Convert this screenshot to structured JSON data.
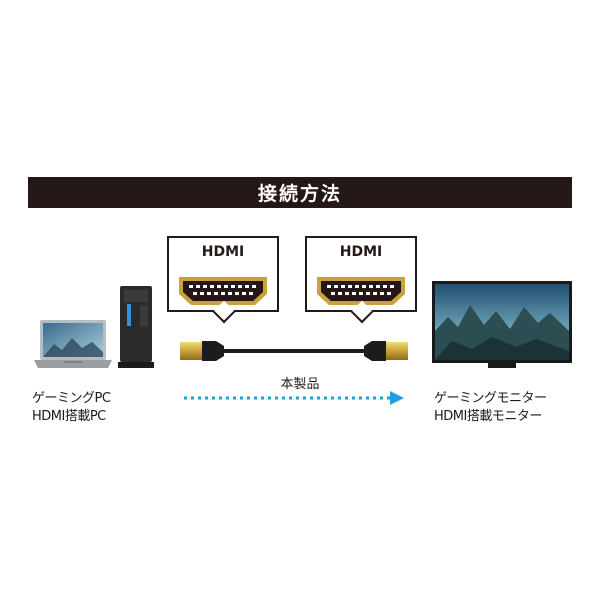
{
  "banner": {
    "title": "接続方法"
  },
  "callouts": [
    {
      "label": "HDMI"
    },
    {
      "label": "HDMI"
    }
  ],
  "product": {
    "label": "本製品"
  },
  "source": {
    "line1": "ゲーミングPC",
    "line2": "HDMI搭載PC"
  },
  "destination": {
    "line1": "ゲーミングモニター",
    "line2": "HDMI搭載モニター"
  },
  "colors": {
    "banner_bg": "#231815",
    "arrow": "#1e9fe0",
    "connector_gold": "#c9a23a"
  },
  "icons": [
    "laptop-icon",
    "pc-tower-icon",
    "hdmi-port-icon",
    "hdmi-cable-icon",
    "monitor-icon",
    "arrow-right-icon"
  ]
}
